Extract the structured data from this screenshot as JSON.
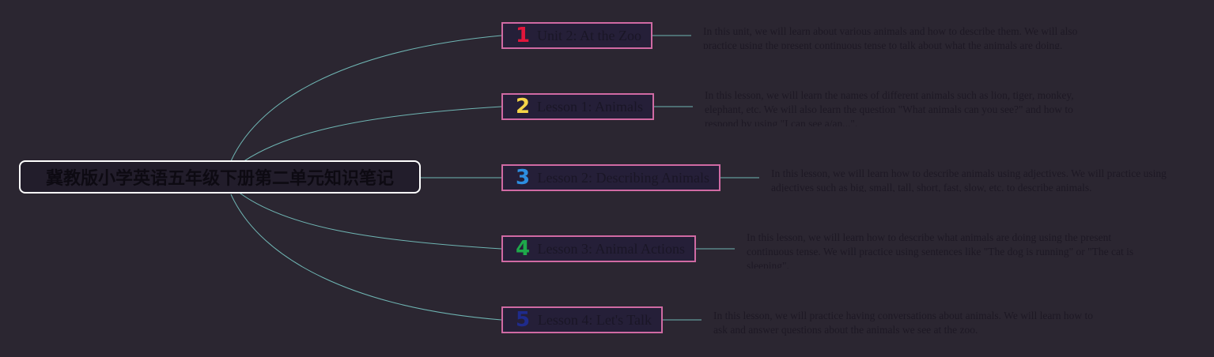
{
  "root": {
    "title": "冀教版小学英语五年级下册第二单元知识笔记"
  },
  "colors": {
    "link": "#6fb5b3",
    "node_border": "#d06aa3"
  },
  "nodes": [
    {
      "number": "1",
      "number_color": "#e2163b",
      "label": "Unit 2: At the Zoo",
      "description": "In this unit, we will learn about various animals and how to describe them. We will also practice using the present continuous tense to talk about what the animals are doing."
    },
    {
      "number": "2",
      "number_color": "#f5d547",
      "label": "Lesson 1: Animals",
      "description": "In this lesson, we will learn the names of different animals such as lion, tiger, monkey, elephant, etc. We will also learn the question \"What animals can you see?\" and how to respond by using \"I can see a/an...\"."
    },
    {
      "number": "3",
      "number_color": "#2d8ee0",
      "label": "Lesson 2: Describing Animals",
      "description": "In this lesson, we will learn how to describe animals using adjectives. We will practice using adjectives such as big, small, tall, short, fast, slow, etc. to describe animals."
    },
    {
      "number": "4",
      "number_color": "#1ea84a",
      "label": "Lesson 3: Animal Actions",
      "description": "In this lesson, we will learn how to describe what animals are doing using the present continuous tense. We will practice using sentences like \"The dog is running\" or \"The cat is sleeping\"."
    },
    {
      "number": "5",
      "number_color": "#1f2b8c",
      "label": "Lesson 4: Let's Talk",
      "description": "In this lesson, we will practice having conversations about animals. We will learn how to ask and answer questions about the animals we see at the zoo."
    }
  ]
}
